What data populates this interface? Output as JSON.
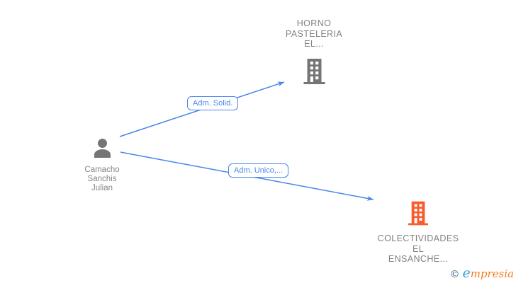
{
  "colors": {
    "edge_blue": "#4a86e8",
    "node_icon_gray": "#757575",
    "node_text_gray": "#828282",
    "company_orange": "#fa5b2b",
    "watermark_copyright": "#33687a",
    "watermark_e_blue": "#2aa2dc",
    "watermark_rest_orange": "#ee7c1e",
    "background": "#ffffff"
  },
  "nodes": {
    "person": {
      "type": "person",
      "label_lines": [
        "Camacho",
        "Sanchis",
        "Julian"
      ]
    },
    "company_top": {
      "type": "company",
      "label_lines": [
        "HORNO",
        "PASTELERIA",
        "EL..."
      ]
    },
    "company_bottom": {
      "type": "company",
      "label_lines": [
        "COLECTIVIDADES",
        "EL",
        "ENSANCHE..."
      ]
    }
  },
  "edges": [
    {
      "from": "person",
      "to": "company_top",
      "label_lines": [
        "Adm.",
        "Solid."
      ]
    },
    {
      "from": "person",
      "to": "company_bottom",
      "label_lines": [
        "Adm.",
        "Unico,..."
      ]
    }
  ],
  "watermark": {
    "copyright": "©",
    "brand_lead": "e",
    "brand_rest": "mpresia"
  }
}
